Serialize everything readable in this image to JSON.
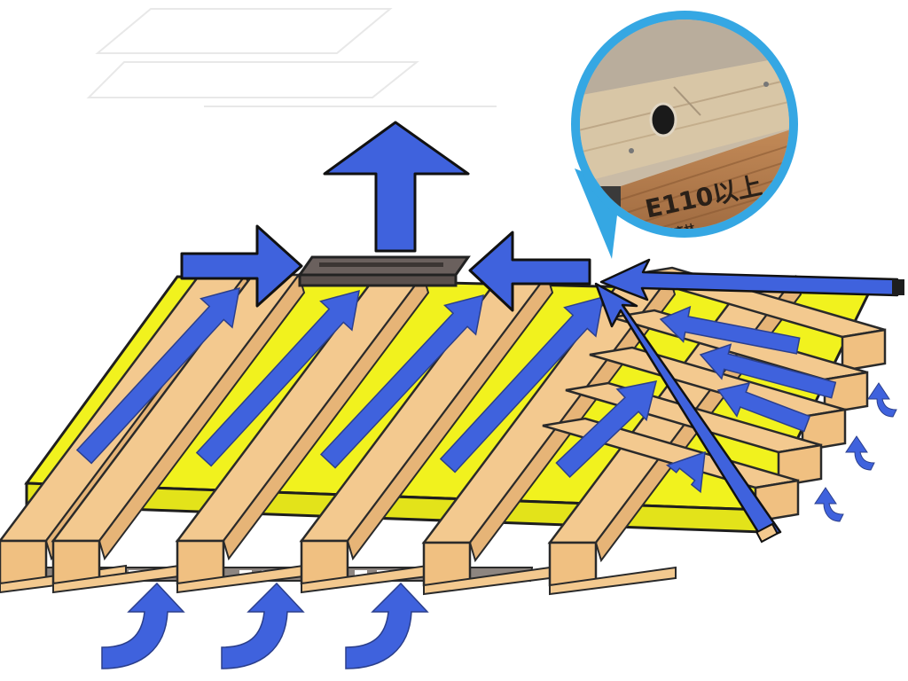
{
  "diagram": {
    "subject": "roof-underside-ventilation",
    "callout": {
      "lumber_stamp": "E110以上",
      "lumber_stamp_line2": "中国森林",
      "hole_note": ""
    },
    "colors": {
      "airflow_arrow": "#3f62dd",
      "insulation": "#f1f21e",
      "timber": "#f3c98f",
      "timber_outline": "#2a2a2a",
      "ridge_vent": "#6a605d",
      "soffit_vent": "#8d8580",
      "callout_ring": "#35a7e3",
      "callout_wood_light": "#d8c6a6",
      "callout_wood_dark": "#b07a4e"
    },
    "icons": [
      "up-arrow-icon",
      "right-arrow-icon",
      "left-arrow-icon",
      "curved-intake-arrow-icon"
    ]
  }
}
